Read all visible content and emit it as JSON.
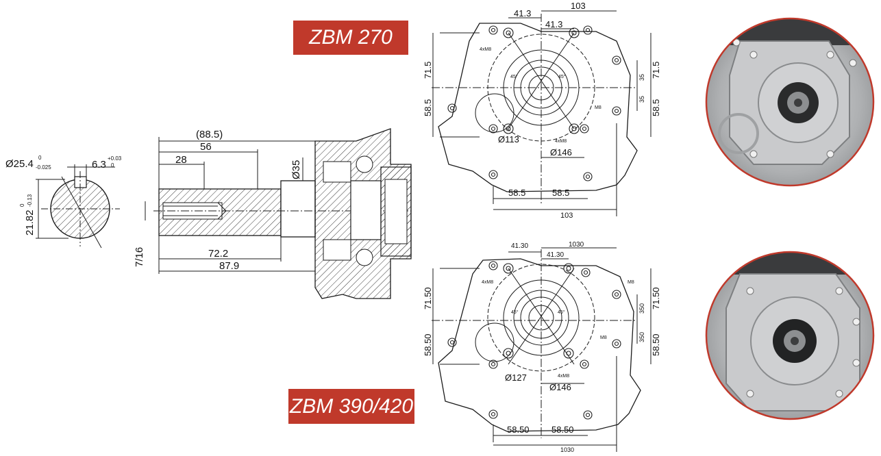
{
  "labels": {
    "badge_top": "ZBM 270",
    "badge_bottom": "ZBM 390/420"
  },
  "colors": {
    "badge": "#c0392b",
    "line": "#1a1a1a",
    "photo_border": "#c0392b"
  },
  "shaft": {
    "dia_label": "Ø25.4",
    "dia_tol_upper": "0",
    "dia_tol_lower": "-0.025",
    "key_label": "6.3",
    "key_tol_upper": "+0.03",
    "key_tol_lower": "0",
    "depth_label": "21.82",
    "depth_tol_upper": "0",
    "depth_tol_lower": "-0.13",
    "thread_label": "7/16",
    "dim_885": "(88.5)",
    "dim_56": "56",
    "dim_28": "28",
    "dim_35": "Ø35",
    "dim_722": "72.2",
    "dim_879": "87.9"
  },
  "flange_top": {
    "dim_413_a": "41.3",
    "dim_103_top": "103",
    "dim_413_b": "41.3",
    "m8_hole_label": "4xM8",
    "dim_715_left": "71.5",
    "dim_715_right": "71.5",
    "dim_585_left": "58.5",
    "dim_585_right": "58.5",
    "dim_35_a": "35",
    "dim_35_b": "35",
    "angle_a": "45°",
    "angle_b": "45°",
    "m8_label": "M8",
    "m8_label_b": "4xM8",
    "dia_113": "Ø113",
    "dia_146": "Ø146",
    "dim_585_a": "58.5",
    "dim_585_b": "58.5",
    "dim_103_bottom": "103"
  },
  "flange_bottom": {
    "dim_4130_a": "41.30",
    "dim_1030_top": "1030",
    "dim_4130_b": "41.30",
    "m8_hole_label": "4xM8",
    "m8_label_a": "M8",
    "dim_7150_left": "71.50",
    "dim_7150_right": "71.50",
    "dim_350_a": "350",
    "angle_a": "45°",
    "angle_b": "45°",
    "m8_label_b": "M8",
    "dim_350_b": "350",
    "dim_5850_left": "58.50",
    "dim_5850_right": "58.50",
    "dia_127": "Ø127",
    "m8_label_c": "4xM8",
    "dia_146": "Ø146",
    "dim_5850_a": "58.50",
    "dim_5850_b": "58.50",
    "dim_1030_bottom": "1030"
  }
}
